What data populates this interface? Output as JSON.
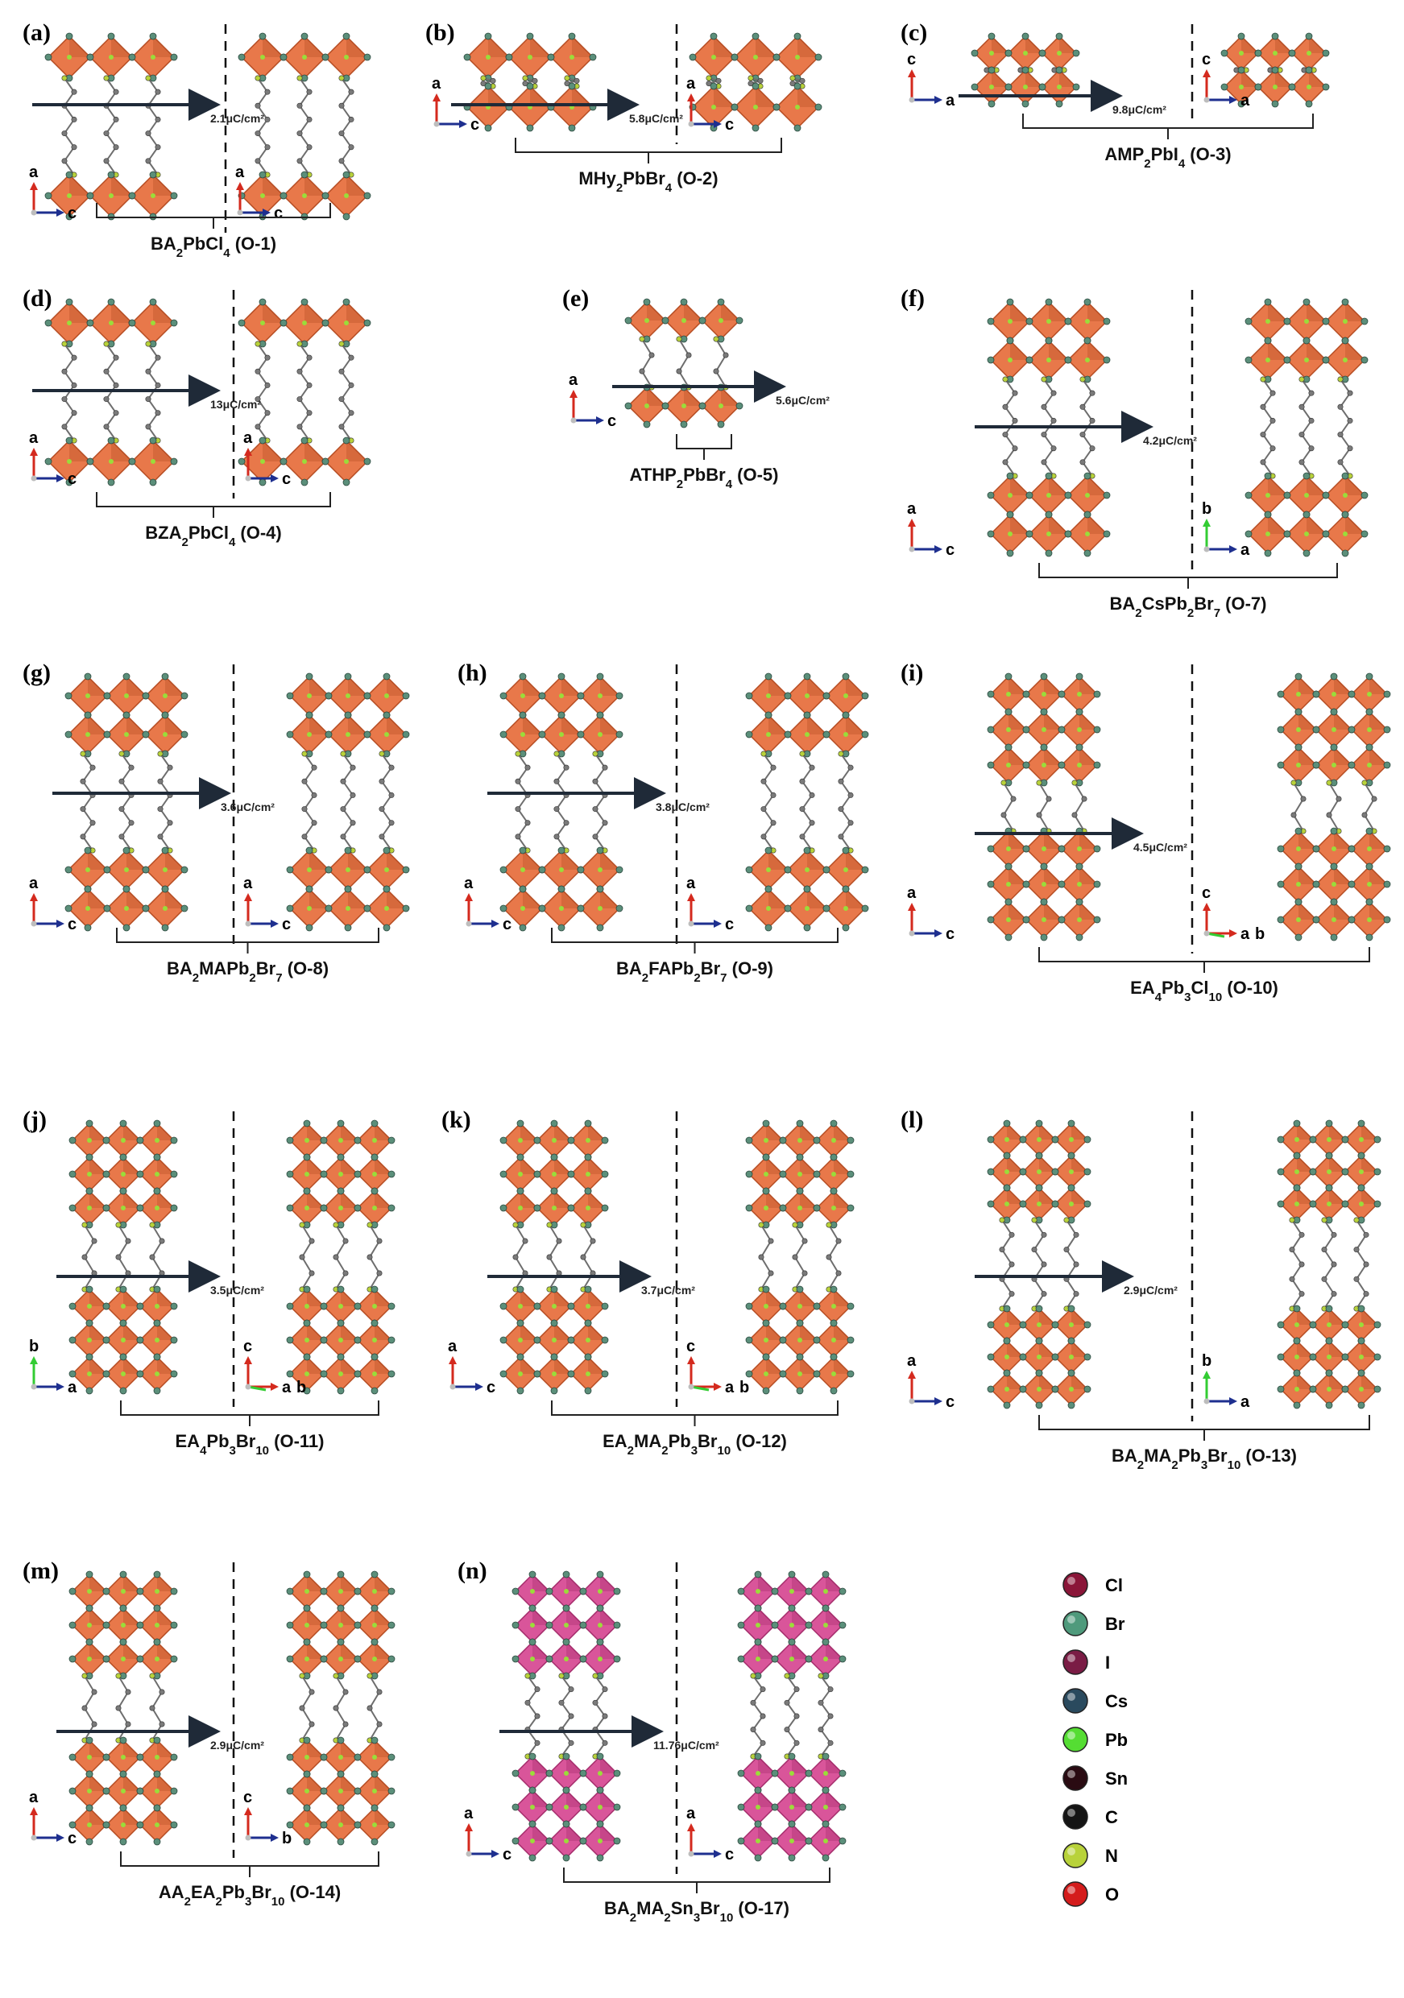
{
  "colors": {
    "octahedron_lead": "#e8784a",
    "octahedron_lead_dark": "#b54c22",
    "octahedron_tin": "#d9559a",
    "octahedron_tin_dark": "#a42c6b",
    "arrow": "#1f2a38",
    "bond": "#6e6e6e",
    "axis_red": "#d42a1e",
    "axis_blue": "#1e2f8f",
    "axis_green": "#33cc33",
    "axis_gray": "#bdbdbd"
  },
  "panels": [
    {
      "label": "(a)",
      "compound": "BA",
      "sub1": "2",
      "mid": "PbCl",
      "sub2": "4",
      "code": "(O-1)",
      "polarization": "2.1μC/cm²",
      "axes_left": [
        "a",
        "c"
      ],
      "axes_right": [
        "a",
        "c"
      ]
    },
    {
      "label": "(b)",
      "compound": "MHy",
      "sub1": "2",
      "mid": "PbBr",
      "sub2": "4",
      "code": "(O-2)",
      "polarization": "5.8μC/cm²",
      "axes_left": [
        "a",
        "c"
      ],
      "axes_right": [
        "a",
        "c"
      ]
    },
    {
      "label": "(c)",
      "compound": "AMP",
      "sub1": "2",
      "mid": "PbI",
      "sub2": "4",
      "code": "(O-3)",
      "polarization": "9.8μC/cm²",
      "axes_left": [
        "c",
        "a"
      ],
      "axes_right": [
        "c",
        "a"
      ]
    },
    {
      "label": "(d)",
      "compound": "BZA",
      "sub1": "2",
      "mid": "PbCl",
      "sub2": "4",
      "code": "(O-4)",
      "polarization": "13μC/cm²",
      "axes_left": [
        "a",
        "c"
      ],
      "axes_right": [
        "a",
        "c"
      ]
    },
    {
      "label": "(e)",
      "compound": "ATHP",
      "sub1": "2",
      "mid": "PbBr",
      "sub2": "4",
      "code": "(O-5)",
      "polarization": "5.6μC/cm²",
      "axes_left": [
        "a",
        "c"
      ],
      "axes_right": []
    },
    {
      "label": "(f)",
      "compound": "BA",
      "sub1": "2",
      "mid": "CsPb",
      "sub2": "2",
      "mid2": "Br",
      "sub3": "7",
      "code": "(O-7)",
      "polarization": "4.2μC/cm²",
      "axes_left": [
        "a",
        "c"
      ],
      "axes_right": [
        "b",
        "a"
      ]
    },
    {
      "label": "(g)",
      "compound": "BA",
      "sub1": "2",
      "mid": "MAPb",
      "sub2": "2",
      "mid2": "Br",
      "sub3": "7",
      "code": "(O-8)",
      "polarization": "3.6μC/cm²",
      "axes_left": [
        "a",
        "c"
      ],
      "axes_right": [
        "a",
        "c"
      ]
    },
    {
      "label": "(h)",
      "compound": "BA",
      "sub1": "2",
      "mid": "FAPb",
      "sub2": "2",
      "mid2": "Br",
      "sub3": "7",
      "code": "(O-9)",
      "polarization": "3.8μC/cm²",
      "axes_left": [
        "a",
        "c"
      ],
      "axes_right": [
        "a",
        "c"
      ]
    },
    {
      "label": "(i)",
      "compound": "EA",
      "sub1": "4",
      "mid": "Pb",
      "sub2": "3",
      "mid2": "Cl",
      "sub3": "10",
      "code": "(O-10)",
      "polarization": "4.5μC/cm²",
      "axes_left": [
        "a",
        "c"
      ],
      "axes_right": [
        "c",
        "a",
        "b"
      ]
    },
    {
      "label": "(j)",
      "compound": "EA",
      "sub1": "4",
      "mid": "Pb",
      "sub2": "3",
      "mid2": "Br",
      "sub3": "10",
      "code": "(O-11)",
      "polarization": "3.5μC/cm²",
      "axes_left": [
        "b",
        "a"
      ],
      "axes_right": [
        "c",
        "a",
        "b"
      ]
    },
    {
      "label": "(k)",
      "compound": "EA",
      "sub1": "2",
      "mid": "MA",
      "sub2": "2",
      "mid2": "Pb",
      "sub3": "3",
      "mid3": "Br",
      "sub4": "10",
      "code": "(O-12)",
      "polarization": "3.7μC/cm²",
      "axes_left": [
        "a",
        "c"
      ],
      "axes_right": [
        "c",
        "a",
        "b"
      ]
    },
    {
      "label": "(l)",
      "compound": "BA",
      "sub1": "2",
      "mid": "MA",
      "sub2": "2",
      "mid2": "Pb",
      "sub3": "3",
      "mid3": "Br",
      "sub4": "10",
      "code": "(O-13)",
      "polarization": "2.9μC/cm²",
      "axes_left": [
        "a",
        "c"
      ],
      "axes_right": [
        "b",
        "a"
      ]
    },
    {
      "label": "(m)",
      "compound": "AA",
      "sub1": "2",
      "mid": "EA",
      "sub2": "2",
      "mid2": "Pb",
      "sub3": "3",
      "mid3": "Br",
      "sub4": "10",
      "code": "(O-14)",
      "polarization": "2.9μC/cm²",
      "axes_left": [
        "a",
        "c"
      ],
      "axes_right": [
        "c",
        "b"
      ]
    },
    {
      "label": "(n)",
      "compound": "BA",
      "sub1": "2",
      "mid": "MA",
      "sub2": "2",
      "mid2": "Sn",
      "sub3": "3",
      "mid3": "Br",
      "sub4": "10",
      "code": "(O-17)",
      "polarization": "11.76μC/cm²",
      "axes_left": [
        "a",
        "c"
      ],
      "axes_right": [
        "a",
        "c"
      ]
    }
  ],
  "legend": [
    {
      "symbol": "Cl",
      "color": "#8a1538"
    },
    {
      "symbol": "Br",
      "color": "#4f9a7c"
    },
    {
      "symbol": "I",
      "color": "#7a1c45"
    },
    {
      "symbol": "Cs",
      "color": "#2a4a5e"
    },
    {
      "symbol": "Pb",
      "color": "#55dd33"
    },
    {
      "symbol": "Sn",
      "color": "#2a0b12"
    },
    {
      "symbol": "C",
      "color": "#151515"
    },
    {
      "symbol": "N",
      "color": "#b8d23a"
    },
    {
      "symbol": "O",
      "color": "#d41c1c"
    }
  ]
}
